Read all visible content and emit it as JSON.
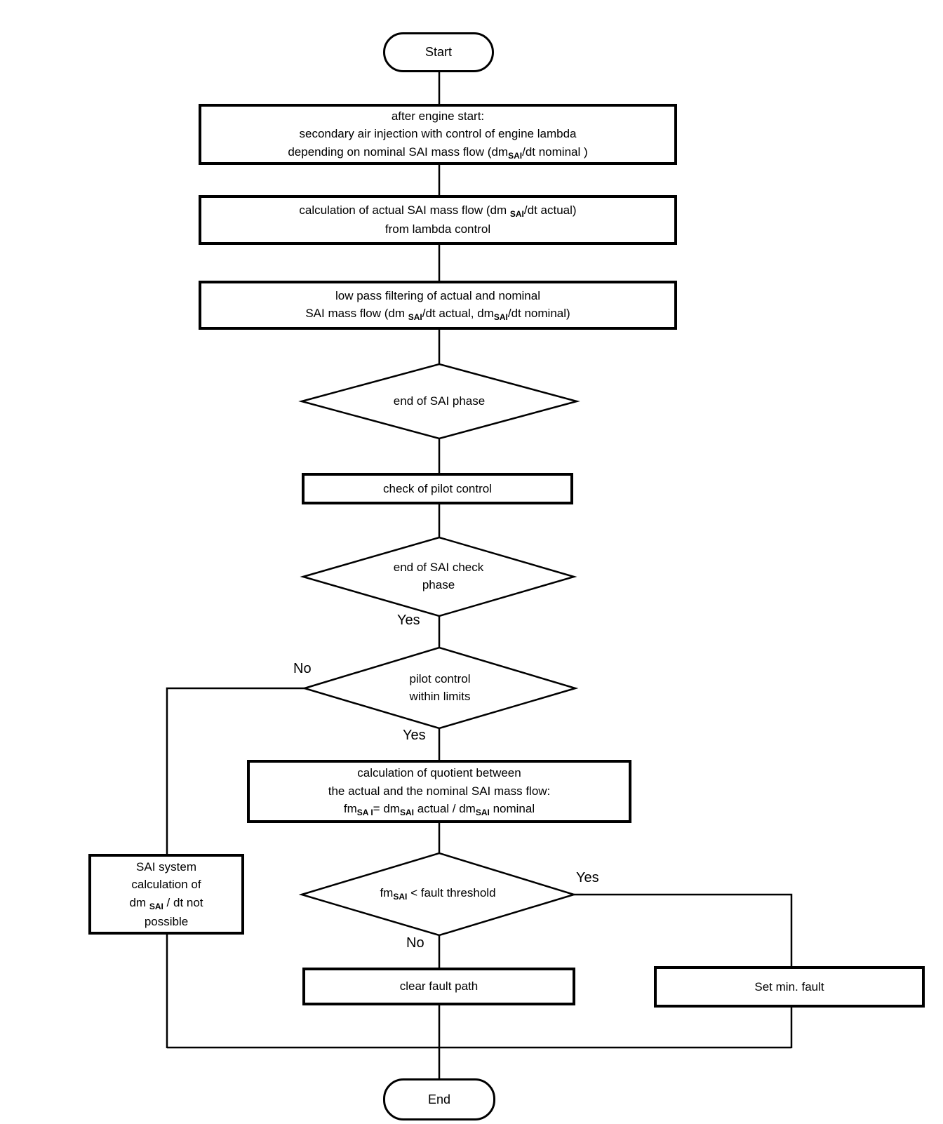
{
  "diagram": {
    "background": "#ffffff",
    "stroke_color": "#000000"
  },
  "nodes": {
    "start": {
      "label": "Start"
    },
    "box_after_start": {
      "line1": "after engine start:",
      "line2": "secondary air injection with control of engine lambda",
      "line3_pre": "depending on nominal SAI mass flow (dm",
      "line3_sub": "SAI",
      "line3_post": "/dt nominal )"
    },
    "box_calc_actual": {
      "line1_pre": "calculation of actual SAI mass flow (dm ",
      "line1_sub": "SAI",
      "line1_post": "/dt actual)",
      "line2": "from lambda control"
    },
    "box_lowpass": {
      "line1": "low pass filtering of actual and nominal",
      "line2_pre": "SAI mass flow (dm ",
      "line2_sub1": "SAI",
      "line2_mid": "/dt actual, dm",
      "line2_sub2": "SAI",
      "line2_post": "/dt nominal)"
    },
    "diamond_end_sai": {
      "label": "end of SAI phase"
    },
    "box_check_pilot": {
      "label": "check of pilot control"
    },
    "diamond_end_check": {
      "line1": "end of SAI check",
      "line2": "phase"
    },
    "diamond_pilot_limits": {
      "line1": "pilot control",
      "line2": "within limits"
    },
    "box_quotient": {
      "line1": "calculation of quotient between",
      "line2": "the actual and the nominal SAI mass flow:",
      "line3_pre": "fm",
      "line3_sub1": "SA I",
      "line3_mid1": "= dm",
      "line3_sub2": "SAI",
      "line3_mid2": " actual / dm",
      "line3_sub3": "SAI",
      "line3_post": " nominal"
    },
    "box_sai_system": {
      "line1": "SAI system",
      "line2": "calculation of",
      "line3_pre": "dm ",
      "line3_sub": "SAI",
      "line3_post": " / dt not",
      "line4": "possible"
    },
    "diamond_fault_threshold": {
      "pre": "fm",
      "sub": "SAI",
      "post": " < fault threshold"
    },
    "box_clear_fault": {
      "label": "clear fault path"
    },
    "box_set_fault": {
      "label": "Set min. fault"
    },
    "end": {
      "label": "End"
    }
  },
  "edge_labels": {
    "end_check_yes": "Yes",
    "pilot_no": "No",
    "pilot_yes": "Yes",
    "fault_yes": "Yes",
    "fault_no": "No"
  }
}
